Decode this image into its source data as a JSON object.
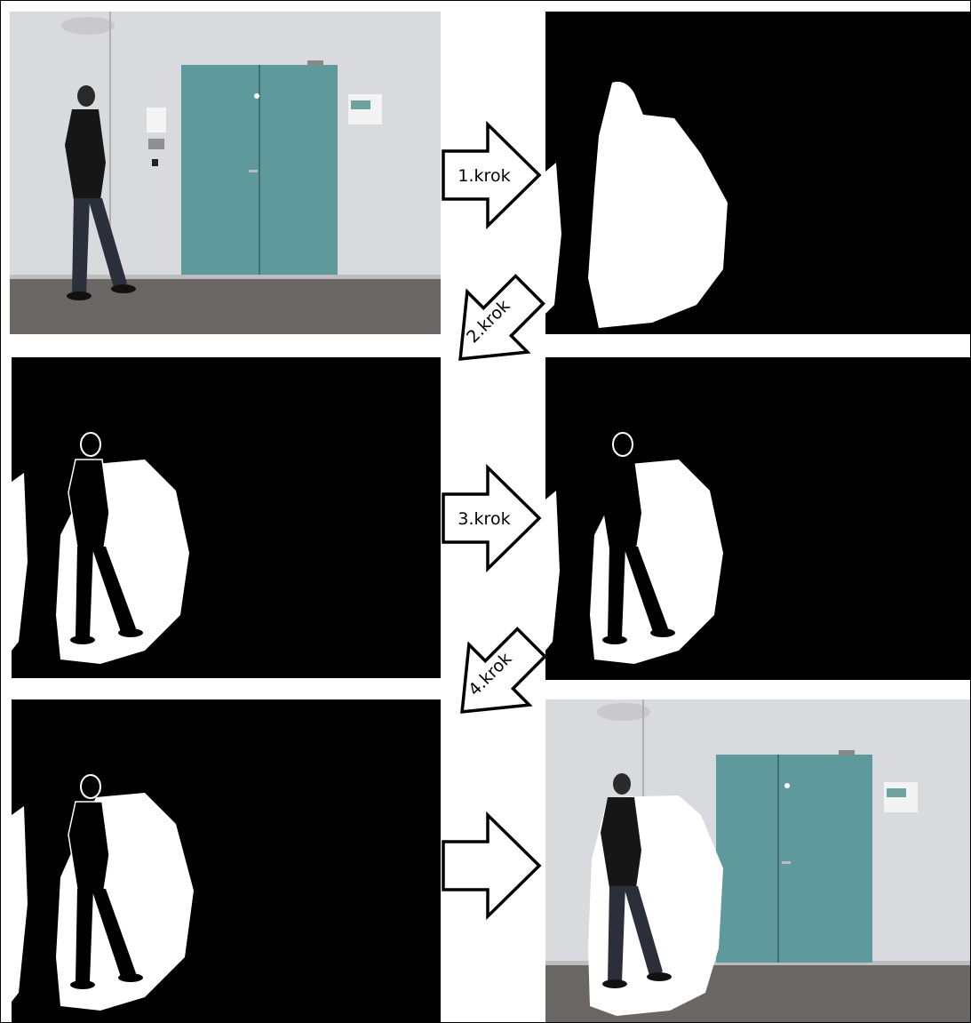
{
  "steps": [
    {
      "label": "1.krok"
    },
    {
      "label": "2.krok"
    },
    {
      "label": "3.krok"
    },
    {
      "label": "4.krok"
    },
    {
      "label": ""
    }
  ],
  "panels": [
    {
      "name": "original-frame",
      "kind": "photo"
    },
    {
      "name": "foreground-mask",
      "kind": "mask"
    },
    {
      "name": "shadow-mask",
      "kind": "mask"
    },
    {
      "name": "shadow-mask-cleaned",
      "kind": "mask"
    },
    {
      "name": "shadow-mask-final",
      "kind": "mask"
    },
    {
      "name": "result-frame",
      "kind": "photo-overlay"
    }
  ],
  "colors": {
    "wall": "#d9dade",
    "floor": "#6a6663",
    "door": "#5e9a9c",
    "mask_bg": "#000000",
    "mask_fg": "#ffffff",
    "person": "#151515"
  }
}
